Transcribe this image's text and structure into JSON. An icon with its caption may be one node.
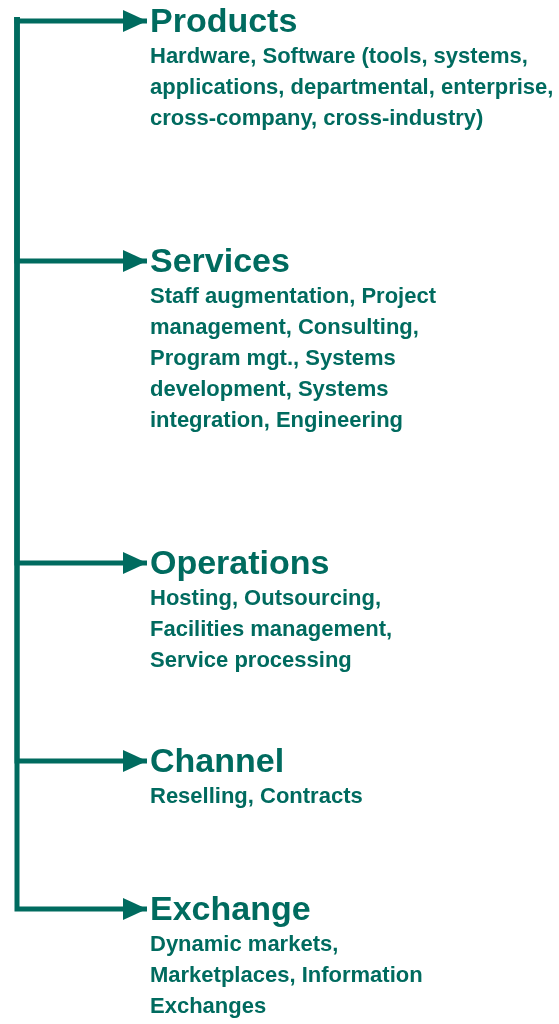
{
  "diagram": {
    "nodes": [
      {
        "text": [
          "Products",
          "Hardware, Software (tools, systems, applications, departmental, enterprise, cross-company, cross-industry)"
        ]
      },
      {
        "text": [
          "Services",
          "Staff augmentation, Project management, Consulting, Program mgt., Systems development, Systems integration, Engineering"
        ]
      },
      {
        "text": [
          "Operations",
          "Hosting, Outsourcing, Facilities management, Service processing"
        ]
      },
      {
        "text": [
          "Channel",
          "Reselling, Contracts"
        ]
      },
      {
        "text": [
          "Exchange",
          "Dynamic markets, Marketplaces, Information Exchanges"
        ]
      }
    ],
    "edges": [
      {
        "from": null,
        "to": 0,
        "arrow": "to"
      },
      {
        "from": null,
        "to": 1,
        "arrow": "to"
      },
      {
        "from": null,
        "to": 2,
        "arrow": "to"
      },
      {
        "from": null,
        "to": 3,
        "arrow": "to"
      },
      {
        "from": null,
        "to": 4,
        "arrow": "to"
      }
    ]
  }
}
